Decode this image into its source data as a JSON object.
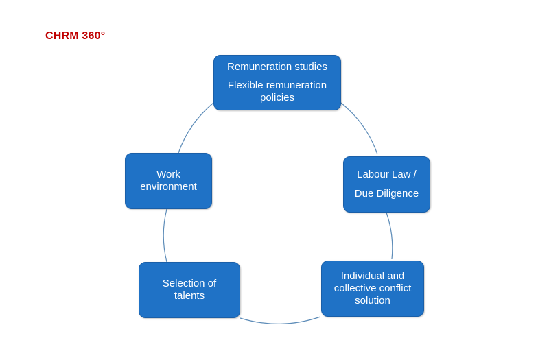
{
  "brand": {
    "label": "CHRM 360°",
    "color": "#c00000"
  },
  "diagram": {
    "ring_color": "#5d8cb8",
    "node_color": "#1f72c6",
    "nodes": {
      "remuneration": {
        "line1": "Remuneration studies",
        "line2": "Flexible remuneration",
        "line3": "policies"
      },
      "labour": {
        "line1": "Labour Law /",
        "line2": "Due Diligence"
      },
      "conflict": {
        "line1": "Individual and",
        "line2": "collective conflict",
        "line3": "solution"
      },
      "selection": {
        "line1": "Selection of",
        "line2": "talents"
      },
      "work": {
        "line1": "Work",
        "line2": "environment"
      }
    }
  }
}
